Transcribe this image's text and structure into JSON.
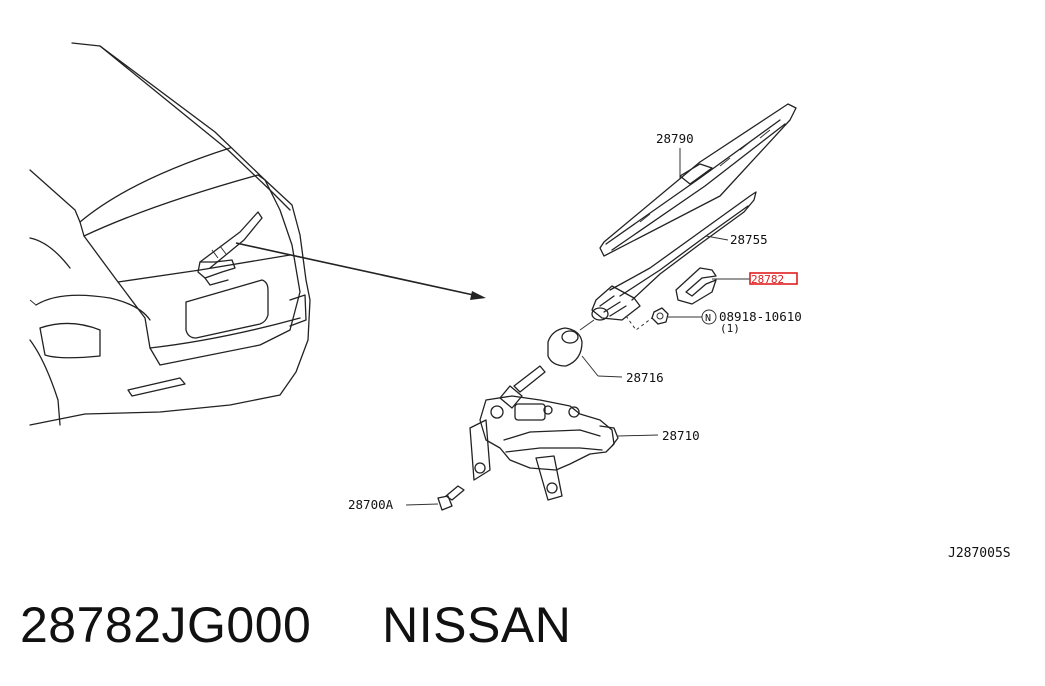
{
  "diagram": {
    "highlight_color": "#e02020",
    "parts": {
      "blade": "28790",
      "arm": "28755",
      "cap": "28782",
      "nut": "08918-10610",
      "nut_qty": "(1)",
      "nut_symbol": "N",
      "boot": "28716",
      "motor": "28710",
      "bolt": "28700A"
    },
    "reference_code": "J287005S"
  },
  "caption": {
    "part_number": "28782JG000",
    "brand": "NISSAN"
  }
}
